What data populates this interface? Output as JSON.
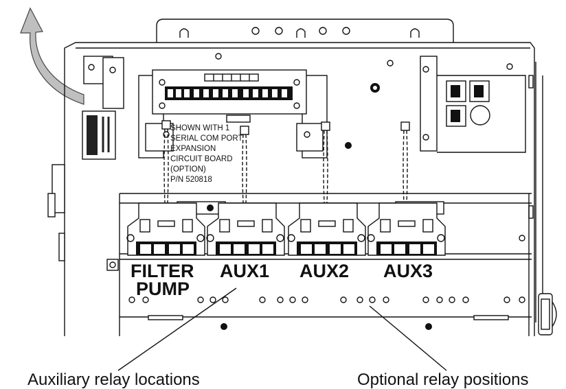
{
  "relay_labels": {
    "filter": "FILTER",
    "pump": "PUMP",
    "aux1": "AUX1",
    "aux2": "AUX2",
    "aux3": "AUX3"
  },
  "board_note": {
    "line1": "SHOWN WITH 1",
    "line2": "SERIAL COM PORT",
    "line3": "EXPANSION",
    "line4": "CIRCUIT BOARD",
    "line5": "(OPTION)",
    "line6": "P/N 520818"
  },
  "captions": {
    "left": "Auxiliary relay locations",
    "right": "Optional relay positions"
  },
  "icons": {
    "door_arrow": "curved-arrow-icon"
  }
}
